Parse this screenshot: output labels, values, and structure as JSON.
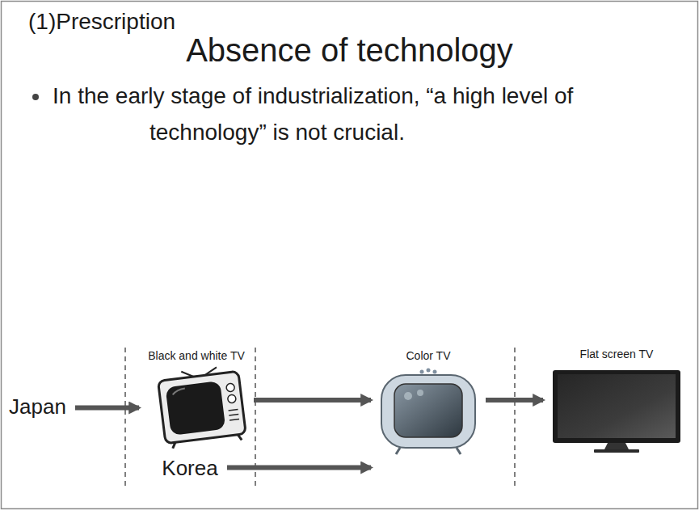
{
  "diagram": {
    "title": "Absence of technology",
    "nodes": [
      {
        "text": [
          "Japan"
        ]
      },
      {
        "text": [
          "Black and white TV"
        ]
      },
      {
        "text": [
          "Korea"
        ]
      },
      {
        "text": [
          "Color TV"
        ]
      },
      {
        "text": [
          "Flat screen TV"
        ]
      }
    ],
    "edges": [
      {
        "from": 0,
        "to": 1,
        "arrow": "to"
      },
      {
        "from": 1,
        "to": 3,
        "arrow": "to"
      },
      {
        "from": 2,
        "to": 3,
        "arrow": "to"
      },
      {
        "from": 3,
        "to": 4,
        "arrow": "to"
      }
    ],
    "labels": [
      "(1)Prescription",
      "In the early stage of industrialization, “a high level of technology” is not crucial."
    ]
  }
}
